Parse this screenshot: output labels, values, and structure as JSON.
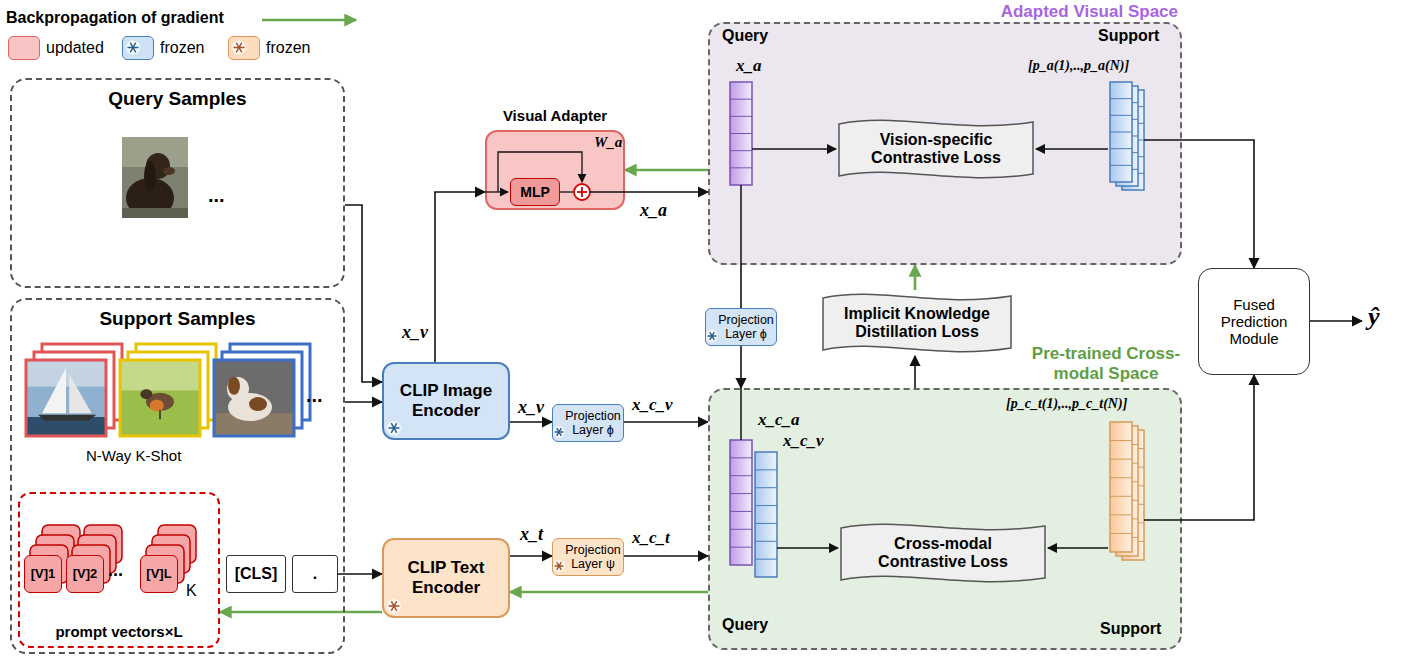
{
  "diagram": {
    "nodes": [
      {
        "text": [
          "Query Samples"
        ]
      },
      {
        "text": [
          "Support Samples"
        ]
      },
      {
        "text": [
          "prompt vectors×L"
        ],
        "in": 1
      },
      {
        "text": [
          "[V]1"
        ],
        "in": 2
      },
      {
        "text": [
          "[V]2"
        ],
        "in": 2
      },
      {
        "text": [
          "[V]L"
        ],
        "in": 2
      },
      {
        "text": [
          "[CLS]"
        ],
        "in": 1
      },
      {
        "text": [
          "."
        ],
        "in": 1
      },
      {
        "text": [
          "Visual Adapter"
        ]
      },
      {
        "text": [
          "MLP"
        ],
        "in": 8
      },
      {
        "text": [
          "CLIP Image Encoder"
        ]
      },
      {
        "text": [
          "CLIP Text Encoder"
        ]
      },
      {
        "text": [
          "Projection Layer ϕ"
        ]
      },
      {
        "text": [
          "Projection Layer ϕ"
        ]
      },
      {
        "text": [
          "Projection Layer ψ"
        ]
      },
      {
        "text": [
          "Adapted Visual Space"
        ]
      },
      {
        "text": [
          "Vision-specific Contrastive Loss"
        ],
        "in": 15
      },
      {
        "text": [
          "Implicit Knowledge Distillation Loss"
        ]
      },
      {
        "text": [
          "Pre-trained Cross-modal Space"
        ]
      },
      {
        "text": [
          "Cross-modal Contrastive Loss"
        ],
        "in": 18
      },
      {
        "text": [
          "Fused Prediction Module"
        ]
      }
    ],
    "edges": [
      {
        "from": 0,
        "to": 10,
        "arrow": "to"
      },
      {
        "from": 1,
        "to": 10,
        "arrow": "to"
      },
      {
        "from": 7,
        "to": 11,
        "arrow": "to"
      },
      {
        "from": 11,
        "to": 2,
        "arrow": "to"
      },
      {
        "from": 10,
        "to": 8,
        "arrow": "to"
      },
      {
        "from": 10,
        "to": 13,
        "arrow": "to"
      },
      {
        "from": 13,
        "to": 18,
        "arrow": "to"
      },
      {
        "from": 11,
        "to": 14,
        "arrow": "to"
      },
      {
        "from": 14,
        "to": 18,
        "arrow": "to"
      },
      {
        "from": 18,
        "to": 11,
        "arrow": "to"
      },
      {
        "from": 8,
        "to": 15,
        "arrow": "to"
      },
      {
        "from": 15,
        "to": 8,
        "arrow": "to"
      },
      {
        "from": 15,
        "to": 12,
        "arrow": "none"
      },
      {
        "from": 12,
        "to": 18,
        "arrow": "to"
      },
      {
        "from": 18,
        "to": 17,
        "arrow": "to"
      },
      {
        "from": 17,
        "to": 15,
        "arrow": "to"
      },
      {
        "from": 15,
        "to": 20,
        "arrow": "to"
      },
      {
        "from": 18,
        "to": 20,
        "arrow": "to"
      }
    ],
    "labels": [
      "...",
      "N-Way K-Shot",
      "...",
      "...",
      "K",
      "W_a",
      "x_v",
      "x_a",
      "x_v",
      "x_c_v",
      "x_t",
      "x_c_t",
      "Query",
      "x_a",
      "Support",
      "[p_a(1),..,p_a(N)]",
      "x_c_a",
      "x_c_v",
      "Query",
      "Support",
      "[p_c_t(1),..,p_c_t(N)]",
      "ŷ"
    ],
    "legend": [
      {
        "text": "Backpropagation of gradient"
      },
      {
        "text": "updated",
        "color": "#f8c4c4"
      },
      {
        "text": "frozen",
        "color": "#cfe2f5"
      },
      {
        "text": "frozen",
        "color": "#fcdcbd"
      }
    ]
  }
}
